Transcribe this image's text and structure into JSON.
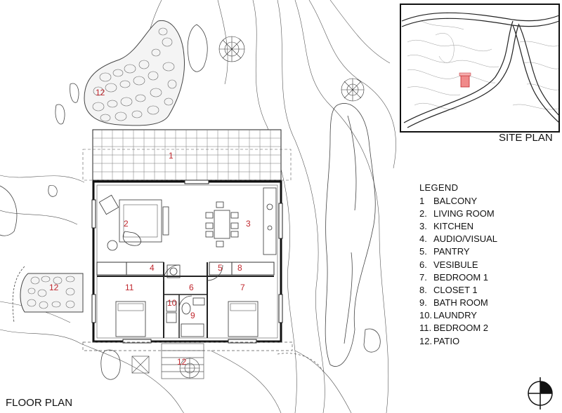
{
  "labels": {
    "site_plan": "SITE PLAN",
    "floor_plan": "FLOOR PLAN",
    "legend_title": "LEGEND"
  },
  "legend": [
    {
      "num": "1",
      "name": "BALCONY"
    },
    {
      "num": "2.",
      "name": "LIVING ROOM"
    },
    {
      "num": "3.",
      "name": "KITCHEN"
    },
    {
      "num": "4.",
      "name": "AUDIO/VISUAL"
    },
    {
      "num": "5.",
      "name": "PANTRY"
    },
    {
      "num": "6.",
      "name": "VESIBULE"
    },
    {
      "num": "7.",
      "name": "BEDROOM 1"
    },
    {
      "num": "8.",
      "name": "CLOSET 1"
    },
    {
      "num": "9.",
      "name": "BATH ROOM"
    },
    {
      "num": "10.",
      "name": "LAUNDRY"
    },
    {
      "num": "11.",
      "name": " BEDROOM 2"
    },
    {
      "num": "12.",
      "name": " PATIO"
    }
  ],
  "rooms": {
    "balcony": "1",
    "living": "2",
    "kitchen": "3",
    "av": "4",
    "pantry": "5",
    "vestibule": "6",
    "bed1": "7",
    "closet": "8",
    "bath": "9",
    "laundry": "10",
    "bed2": "11",
    "patio_a": "12",
    "patio_b": "12",
    "patio_c": "12"
  },
  "colors": {
    "room_number": "#c0272d",
    "site_building": "#f08a8a",
    "line": "#333333"
  }
}
